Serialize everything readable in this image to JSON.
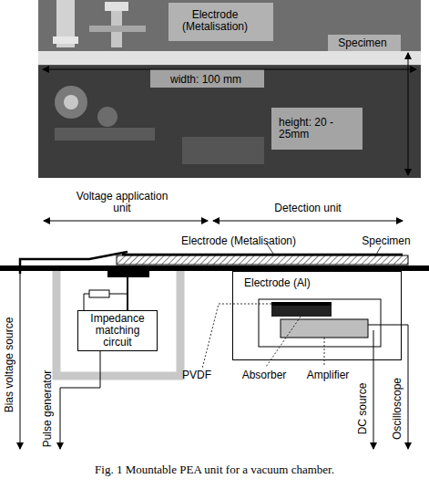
{
  "diagram": {
    "caption": "Fig. 1 Mountable PEA unit for a vacuum chamber.",
    "nodes": [
      {
        "text": [
          "Impedance matching circuit"
        ]
      },
      {
        "text": [
          "Electrode (Al)"
        ]
      }
    ],
    "labels": [
      "Electrode (Metalisation)",
      "Specimen",
      "width: 100 mm",
      "height: 20 - 25mm",
      "Voltage application unit",
      "Detection unit",
      "Electrode (Metalisation)",
      "Specimen",
      "Bias voltage source",
      "Pulse generator",
      "PVDF",
      "Absorber",
      "Amplifier",
      "DC source",
      "Oscilloscope"
    ]
  }
}
